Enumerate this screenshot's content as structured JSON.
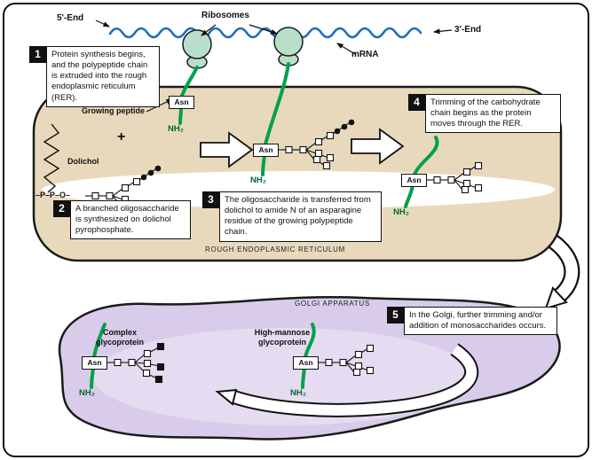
{
  "top": {
    "five_end": "5'-End",
    "ribosomes": "Ribosomes",
    "three_end": "3'-End",
    "mrna": "mRNA"
  },
  "rer": {
    "growing_peptide": "Growing peptide",
    "plus": "+",
    "dolichol": "Dolichol",
    "ppo": "–P–P–O–",
    "asn": "Asn",
    "nh2": "NH₂",
    "caption": "ROUGH ENDOPLASMIC RETICULUM"
  },
  "golgi": {
    "caption": "GOLGI APPARATUS",
    "complex": "Complex\nglycoprotein",
    "high_mannose": "High-mannose\nglycoprotein",
    "asn": "Asn",
    "nh2": "NH₂"
  },
  "steps": [
    {
      "number": "1",
      "text": "Protein synthesis begins, and the polypeptide chain is extruded into the rough endoplasmic reticulum (RER)."
    },
    {
      "number": "2",
      "text": "A branched oligosaccharide is synthesized on dolichol pyrophosphate."
    },
    {
      "number": "3",
      "text": "The oligosaccharide is transferred from dolichol to amide N of an asparagine residue of the growing polypeptide chain."
    },
    {
      "number": "4",
      "text": "Trimming of the carbohydrate chain begins as the protein moves through the RER."
    },
    {
      "number": "5",
      "text": "In the Golgi, further trimming and/or addition of monosaccharides occurs."
    }
  ],
  "colors": {
    "mrna_blue": "#1b6fc0",
    "peptide_green": "#00a14b",
    "ribosome_fill": "#b9dfca",
    "rer_fill": "#e9d9bc",
    "golgi_fill": "#d9ccea"
  }
}
